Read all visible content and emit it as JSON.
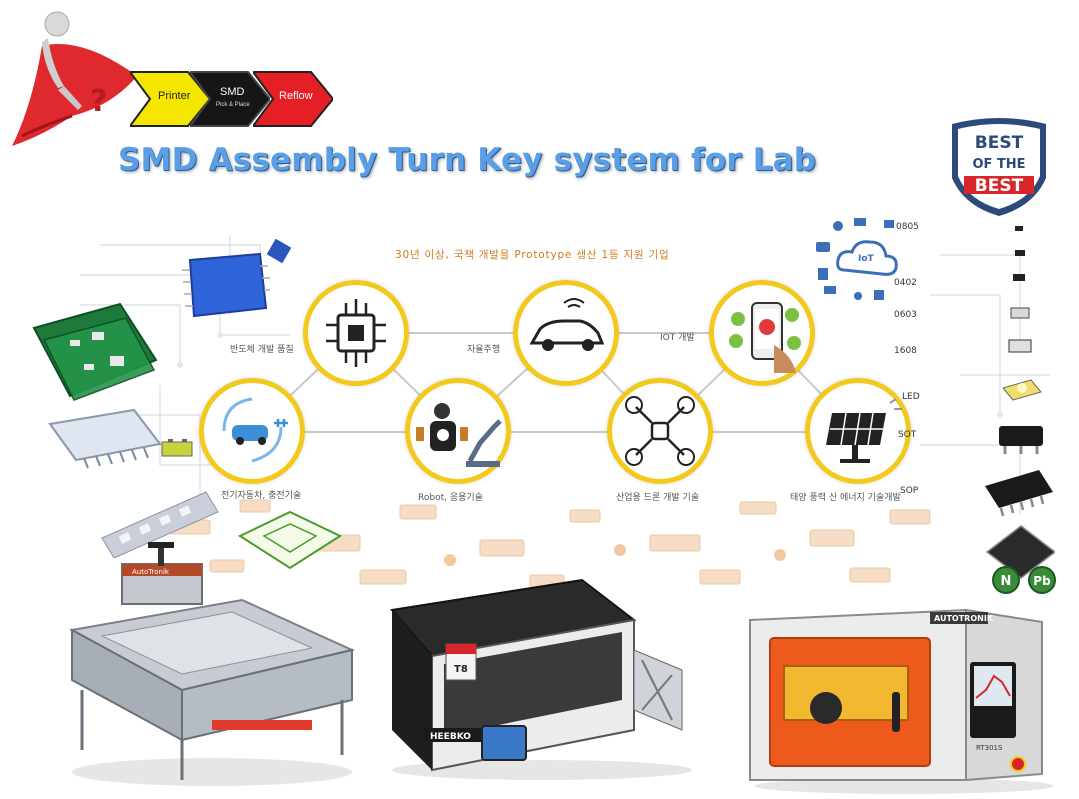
{
  "process": {
    "steps": [
      {
        "label": "Printer"
      },
      {
        "label": "SMD",
        "sub": "Pick & Place"
      },
      {
        "label": "Reflow"
      }
    ]
  },
  "title": "SMD Assembly Turn Key system for Lab",
  "badge": {
    "line1": "BEST",
    "line2": "OF THE",
    "line3": "BEST"
  },
  "tagline": "30년 이상, 국책 개발을 Prototype 생산 1등 지원 기업",
  "circles": [
    {
      "label": "반도체 개발 품질",
      "icon": "chip-icon"
    },
    {
      "label": "자율주행",
      "icon": "car-icon"
    },
    {
      "label": "IOT 개발",
      "icon": "smartphone-icon"
    },
    {
      "label": "전기자동차, 충전기술",
      "icon": "ev-charging-icon"
    },
    {
      "label": "Robot, 응용기술",
      "icon": "robot-icon"
    },
    {
      "label": "산업용 드론 개발 기술",
      "icon": "drone-icon"
    },
    {
      "label": "태양 풍력 신 에너지 기술개발",
      "icon": "solar-panel-icon"
    }
  ],
  "component_sizes": [
    "0805",
    "0402",
    "0603",
    "1608",
    "LED",
    "SOT",
    "SOP"
  ],
  "cloud_label": "IoT",
  "machines": {
    "printer_brand": "AutoTronik",
    "pnp_brand": "HEEBKO",
    "pnp_badge": "T8",
    "reflow_brand": "AUTOTRONIK",
    "reflow_model": "RT301S"
  },
  "logos": {
    "nb": "N",
    "pb": "Pb"
  },
  "colors": {
    "title": "#5a9ee6",
    "circle_border": "#f2c91c",
    "tagline": "#d07a1c",
    "badge_red": "#d8252a",
    "badge_blue": "#2c4a7a"
  }
}
